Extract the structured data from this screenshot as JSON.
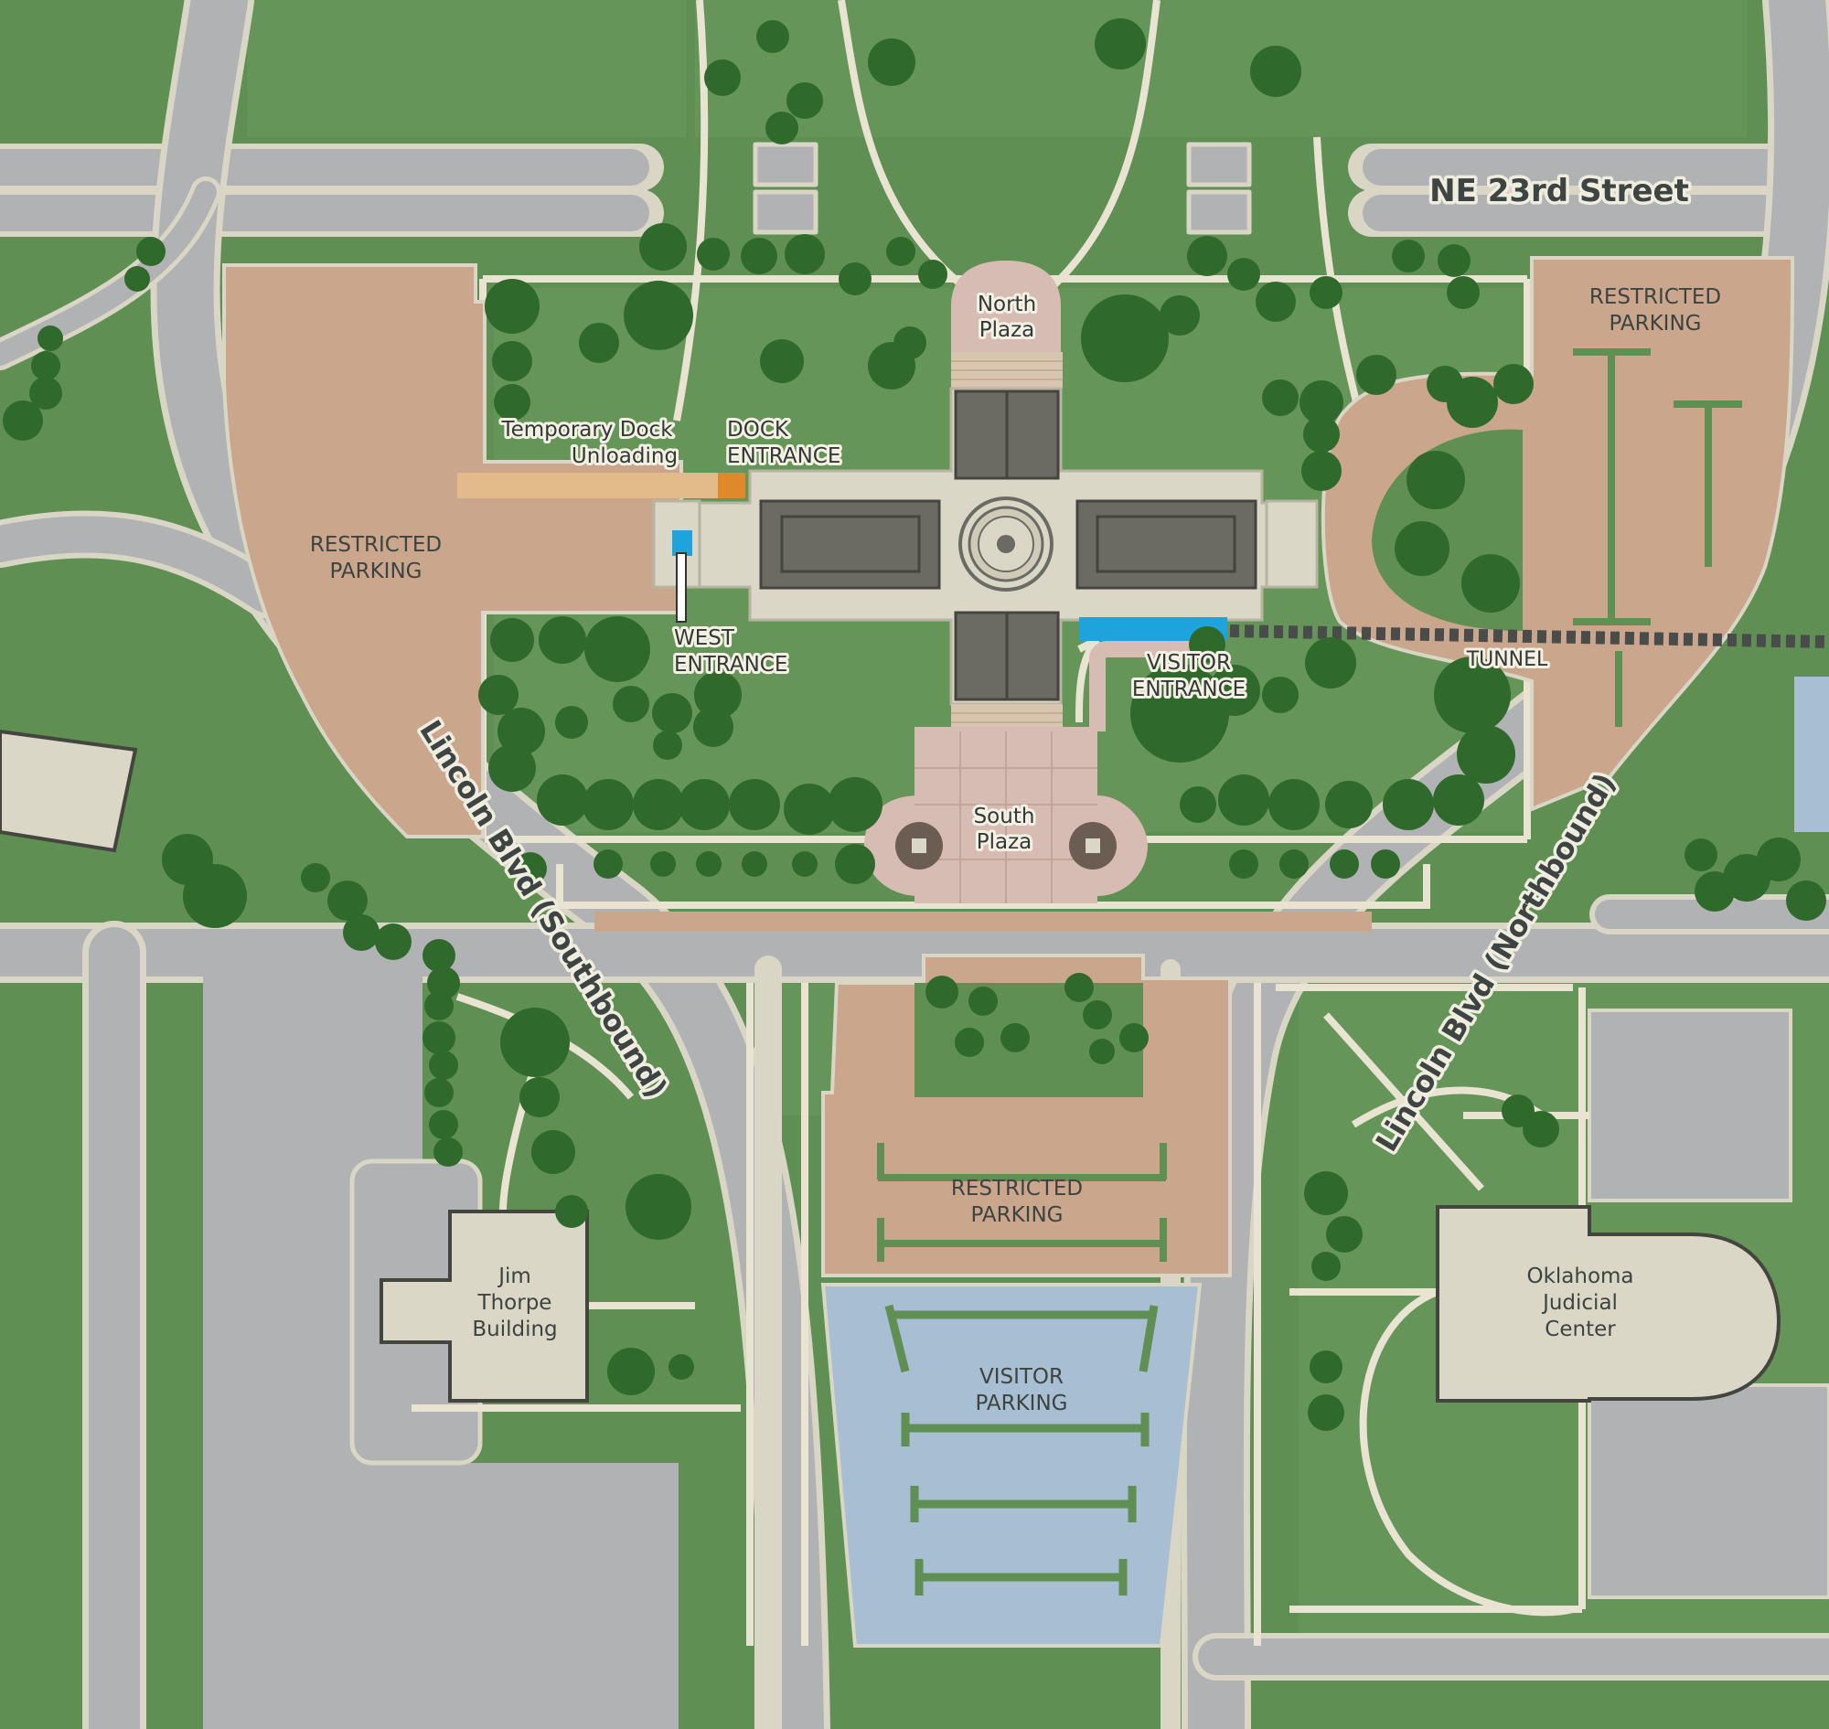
{
  "colors": {
    "grass": "#5f8f52",
    "grass_light": "#6a9a5c",
    "road": "#b0b2b4",
    "road_edge": "#d9d6c5",
    "path": "#e8e4d1",
    "restricted_parking": "#caa68c",
    "visitor_parking": "#a7bed3",
    "building": "#dad7c6",
    "roof": "#6b6b63",
    "tree": "#2f6a2c",
    "plaza": "#d7bcb4",
    "entrance_blue": "#1ea3dd",
    "dock_orange": "#e0892a",
    "dock_tan": "#e3bb8a",
    "tunnel": "#4a4c4c"
  },
  "streets": {
    "ne23": "NE 23rd Street",
    "lincoln_south": "Lincoln Blvd (Southbound)",
    "lincoln_north": "Lincoln Blvd (Northbound)"
  },
  "labels": {
    "north_plaza": [
      "North",
      "Plaza"
    ],
    "south_plaza": [
      "South",
      "Plaza"
    ],
    "temp_dock": [
      "Temporary Dock",
      "Unloading"
    ],
    "dock_entrance": [
      "DOCK",
      "ENTRANCE"
    ],
    "west_entrance": [
      "WEST",
      "ENTRANCE"
    ],
    "visitor_entrance": [
      "VISITOR",
      "ENTRANCE"
    ],
    "tunnel": "TUNNEL",
    "restricted_west": [
      "RESTRICTED",
      "PARKING"
    ],
    "restricted_east": [
      "RESTRICTED",
      "PARKING"
    ],
    "restricted_south": [
      "RESTRICTED",
      "PARKING"
    ],
    "visitor_parking": [
      "VISITOR",
      "PARKING"
    ],
    "jim_thorpe": [
      "Jim",
      "Thorpe",
      "Building"
    ],
    "judicial": [
      "Oklahoma",
      "Judicial",
      "Center"
    ]
  }
}
